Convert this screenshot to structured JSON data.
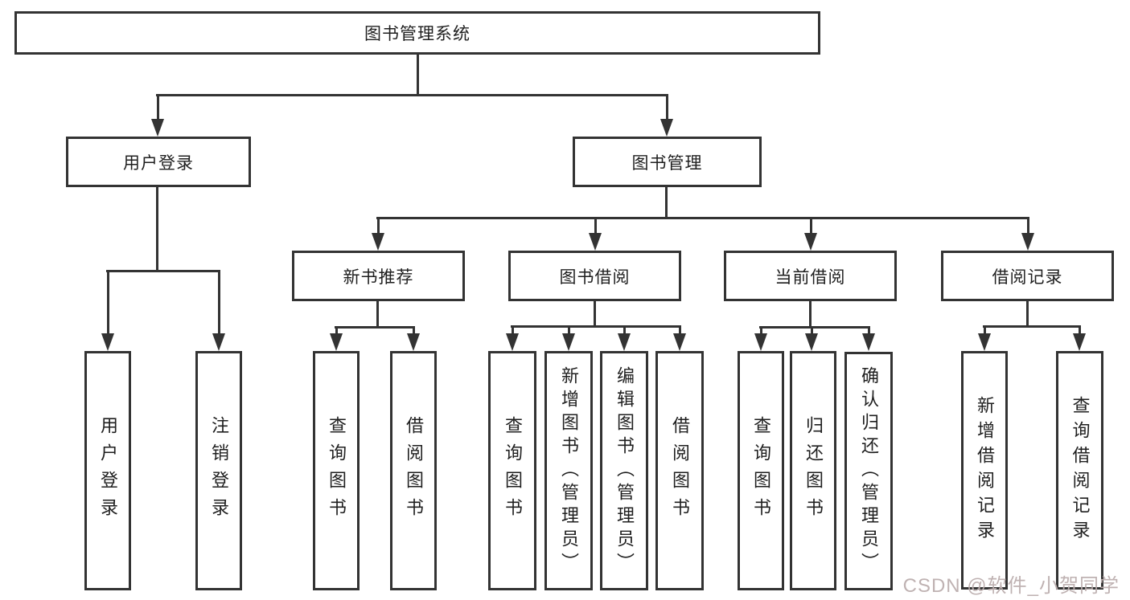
{
  "diagram": {
    "root": {
      "label": "图书管理系统"
    },
    "level2": [
      {
        "label": "用户登录",
        "children": [
          {
            "label": "用户登录"
          },
          {
            "label": "注销登录"
          }
        ]
      },
      {
        "label": "图书管理",
        "children": [
          {
            "label": "新书推荐",
            "children": [
              {
                "label": "查询图书"
              },
              {
                "label": "借阅图书"
              }
            ]
          },
          {
            "label": "图书借阅",
            "children": [
              {
                "label": "查询图书"
              },
              {
                "label": "新增图书（管理员）"
              },
              {
                "label": "编辑图书（管理员）"
              },
              {
                "label": "借阅图书"
              }
            ]
          },
          {
            "label": "当前借阅",
            "children": [
              {
                "label": "查询图书"
              },
              {
                "label": "归还图书"
              },
              {
                "label": "确认归还（管理员）"
              }
            ]
          },
          {
            "label": "借阅记录",
            "children": [
              {
                "label": "新增借阅记录"
              },
              {
                "label": "查询借阅记录"
              }
            ]
          }
        ]
      }
    ]
  },
  "watermark": {
    "text": "CSDN @软件_小贺同学"
  },
  "colors": {
    "background": "#ffffff",
    "line": "#333333",
    "text": "#1f1f1f",
    "watermark": "#bcaeae"
  }
}
